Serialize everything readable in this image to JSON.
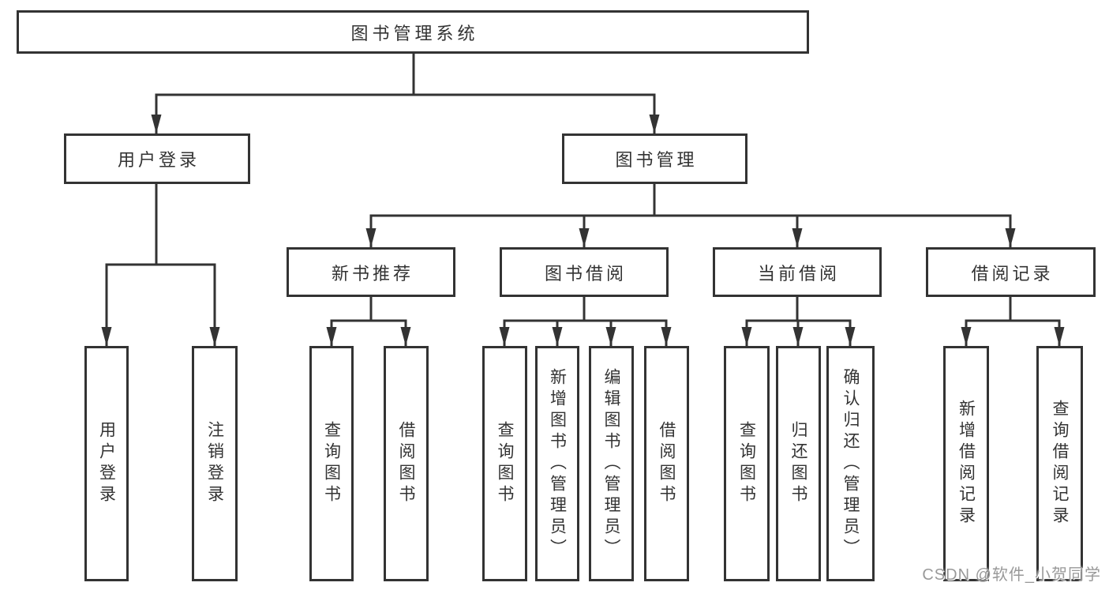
{
  "diagram": {
    "background": "#ffffff",
    "line_color": "#333333",
    "text_color": "#333333",
    "type": "tree-diagram"
  },
  "nodes": {
    "root": {
      "label": "图书管理系统"
    },
    "user_login": {
      "label": "用户登录"
    },
    "book_management": {
      "label": "图书管理"
    },
    "new_book_recommend": {
      "label": "新书推荐"
    },
    "book_borrow": {
      "label": "图书借阅"
    },
    "current_borrow": {
      "label": "当前借阅"
    },
    "borrow_records": {
      "label": "借阅记录"
    },
    "leaves": {
      "user_login": {
        "label": "用户登录"
      },
      "logout": {
        "label": "注销登录"
      },
      "query_books_a": {
        "label": "查询图书"
      },
      "borrow_books_a": {
        "label": "借阅图书"
      },
      "query_books_b": {
        "label": "查询图书"
      },
      "add_books": {
        "label": "新增图书（管理员）"
      },
      "edit_books": {
        "label": "编辑图书（管理员）"
      },
      "borrow_books_b": {
        "label": "借阅图书"
      },
      "query_books_c": {
        "label": "查询图书"
      },
      "return_books": {
        "label": "归还图书"
      },
      "confirm_return": {
        "label": "确认归还（管理员）"
      },
      "add_borrow_record": {
        "label": "新增借阅记录"
      },
      "query_borrow_record": {
        "label": "查询借阅记录"
      }
    }
  },
  "hierarchy": {
    "图书管理系统": {
      "用户登录": [
        "用户登录",
        "注销登录"
      ],
      "图书管理": {
        "新书推荐": [
          "查询图书",
          "借阅图书"
        ],
        "图书借阅": [
          "查询图书",
          "新增图书（管理员）",
          "编辑图书（管理员）",
          "借阅图书"
        ],
        "当前借阅": [
          "查询图书",
          "归还图书",
          "确认归还（管理员）"
        ],
        "借阅记录": [
          "新增借阅记录",
          "查询借阅记录"
        ]
      }
    }
  },
  "watermark": {
    "text": "CSDN @软件_小贺同学",
    "color": "#999999"
  }
}
